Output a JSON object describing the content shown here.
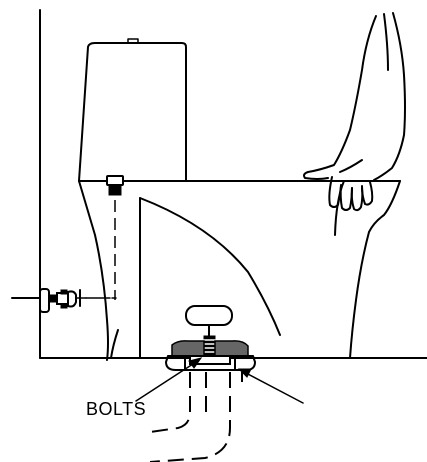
{
  "figure": {
    "labels": {
      "bolts": "BOLTS"
    },
    "components": [
      "wall",
      "floor",
      "toilet-tank",
      "toilet-bowl",
      "water-supply-valve",
      "hand",
      "bolt-cap",
      "floor-flange",
      "drain-pipe"
    ],
    "colors": {
      "ink": "#000000",
      "background": "#ffffff",
      "flange-shade": "#666666"
    }
  }
}
